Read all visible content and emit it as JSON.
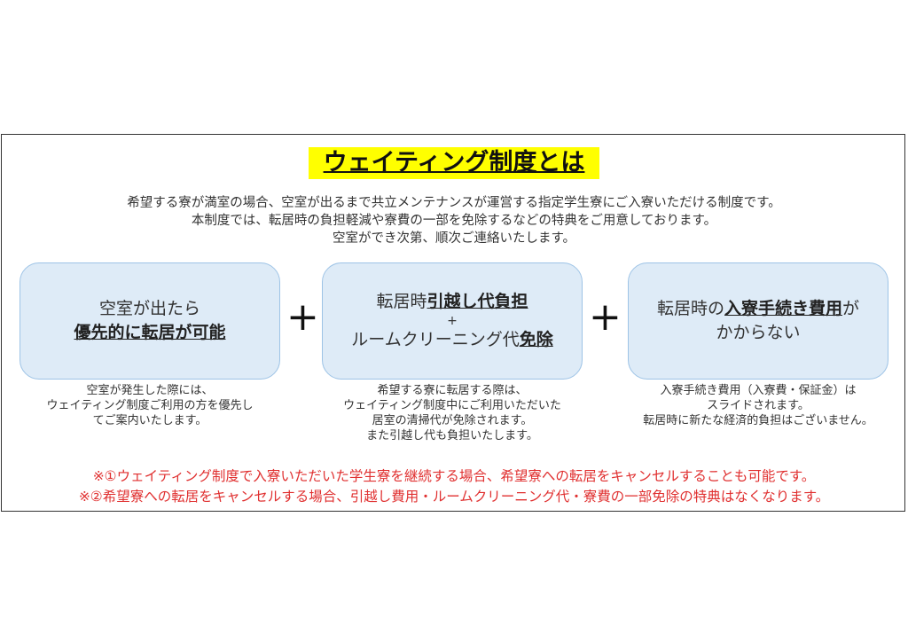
{
  "title": "ウェイティング制度とは",
  "intro": [
    "希望する寮が満室の場合、空室が出るまで共立メンテナンスが運営する指定学生寮にご入寮いただける制度です。",
    "本制度では、転居時の負担軽減や寮費の一部を免除するなどの特典をご用意しております。",
    "空室ができ次第、順次ご連絡いたします。"
  ],
  "boxes": [
    {
      "line1": "空室が出たら",
      "line2_bold": "優先的に転居が可能"
    },
    {
      "line1_pre": "転居時",
      "line1_bold": "引越し代負担",
      "plus": "+",
      "line3_pre": "ルームクリーニング代",
      "line3_bold": "免除"
    },
    {
      "line1_pre": "転居時の",
      "line1_bold": "入寮手続き費用",
      "line1_post": "が",
      "line2": "かからない"
    }
  ],
  "plus_sign": "+",
  "descriptions": [
    [
      "空室が発生した際には、",
      "ウェイティング制度ご利用の方を優先し",
      "てご案内いたします。"
    ],
    [
      "希望する寮に転居する際は、",
      "ウェイティング制度中にご利用いただいた",
      "居室の清掃代が免除されます。",
      "また引越し代も負担いたします。"
    ],
    [
      "入寮手続き費用（入寮費・保証金）は",
      "スライドされます。",
      "転居時に新たな経済的負担はございません。"
    ]
  ],
  "notes": [
    "※①ウェイティング制度で入寮いただいた学生寮を継続する場合、希望寮への転居をキャンセルすることも可能です。",
    "※②希望寮への転居をキャンセルする場合、引越し費用・ルームクリーニング代・寮費の一部免除の特典はなくなります。"
  ],
  "colors": {
    "highlight": "#ffff00",
    "box_fill": "#deebf7",
    "box_border": "#9dc3e6",
    "note": "#e03030"
  }
}
